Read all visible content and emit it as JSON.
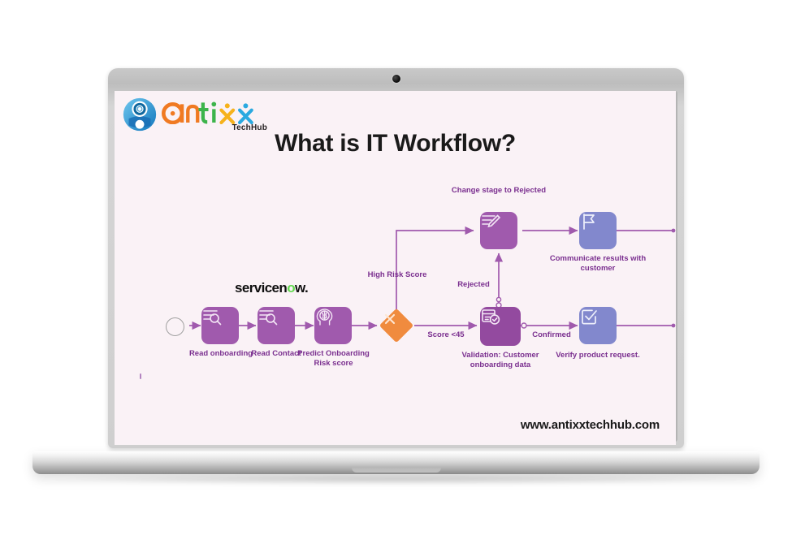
{
  "device": {
    "type": "laptop-mockup",
    "camera": "camera-dot"
  },
  "slide": {
    "background_color": "#faf2f6",
    "title": "What is IT Workflow?",
    "site_url": "www.antixxtechhub.com",
    "logo": {
      "wordmark": "antixx",
      "sub": "TechHub",
      "letter_colors": [
        "#f07a22",
        "#f07a22",
        "#3cb44b",
        "#3cb44b",
        "#f6b21b",
        "#2aa9e0"
      ],
      "mark_color": "#1e88c7"
    },
    "vendor_logo": {
      "text_before": "servicen",
      "accent_letter": "o",
      "text_after": "w",
      "dot": ".",
      "accent_color": "#62d84e"
    }
  },
  "colors": {
    "node_purple": "#a05aad",
    "node_purple_dark": "#934a9f",
    "node_blue": "#8288cd",
    "decision_orange": "#f08b3e",
    "connector": "#a05aad",
    "label_text": "#7a2f8f",
    "start_stroke": "#a0a0a0"
  },
  "diagram": {
    "type": "flowchart",
    "start": {
      "name": "start-node",
      "shape": "circle"
    },
    "nodes": [
      {
        "id": "read-onboarding",
        "label": "Read onboarding",
        "icon": "list-search-icon",
        "color": "#a05aad"
      },
      {
        "id": "read-contact",
        "label": "Read Contact",
        "icon": "list-search-icon",
        "color": "#a05aad"
      },
      {
        "id": "predict-risk",
        "label": "Predict Onboarding Risk score",
        "icon": "brain-head-icon",
        "color": "#a05aad"
      },
      {
        "id": "decision",
        "label": "",
        "icon": "cross-icon",
        "color": "#f08b3e",
        "shape": "diamond"
      },
      {
        "id": "change-stage-rejected",
        "label": "Change stage to Rejected",
        "icon": "edit-document-icon",
        "color": "#a05aad",
        "label_position": "above"
      },
      {
        "id": "communicate-results",
        "label": "Communicate results with customer",
        "icon": "flag-icon",
        "color": "#8288cd"
      },
      {
        "id": "validation",
        "label": "Validation: Customer onboarding data",
        "icon": "form-check-icon",
        "color": "#934a9f"
      },
      {
        "id": "verify-product",
        "label": "Verify product request.",
        "icon": "checkbox-icon",
        "color": "#8288cd"
      }
    ],
    "edge_labels": [
      {
        "id": "high-risk-score",
        "text": "High Risk Score"
      },
      {
        "id": "score-lt-45",
        "text": "Score <45"
      },
      {
        "id": "rejected",
        "text": "Rejected"
      },
      {
        "id": "confirmed",
        "text": "Confirmed"
      }
    ]
  }
}
